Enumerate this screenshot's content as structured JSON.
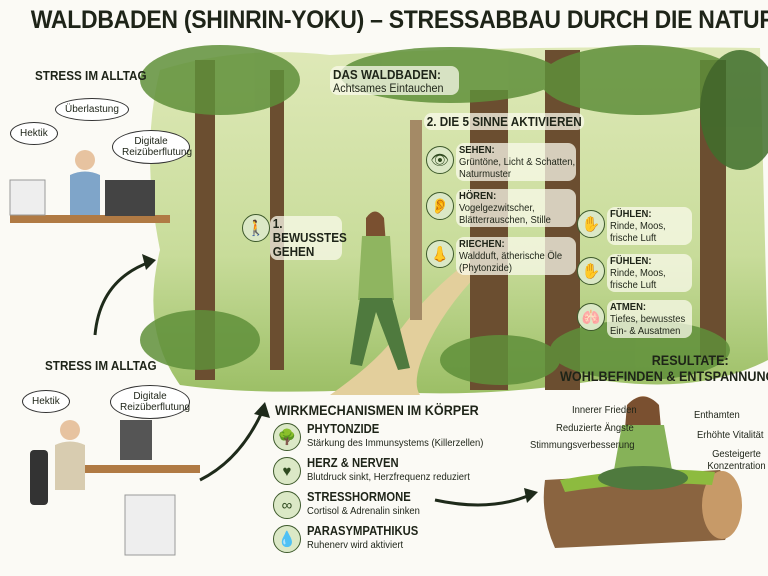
{
  "title": "WALDBADEN (SHINRIN-YOKU) – STRESSABBAU DURCH DIE NATUR",
  "stress_top": {
    "heading": "STRESS IM ALLTAG",
    "bubbles": [
      "Hektik",
      "Überlastung",
      "Digitale Reizüberflutung"
    ]
  },
  "stress_bottom": {
    "heading": "STRESS IM ALLTAG",
    "bubbles": [
      "Hektik",
      "Digitale Reizüberflutung"
    ]
  },
  "waldbaden": {
    "heading": "DAS WALDBADEN:",
    "subtitle": "Achtsames Eintauchen"
  },
  "step1": {
    "label": "1. BEWUSSTES GEHEN"
  },
  "senses": {
    "heading": "2. DIE 5 SINNE AKTIVIEREN",
    "items": [
      {
        "title": "SEHEN:",
        "text": "Grüntöne, Licht & Schatten, Naturmuster",
        "icon": "eye-icon"
      },
      {
        "title": "HÖREN:",
        "text": "Vogelgezwitscher, Blätterrauschen, Stille",
        "icon": "ear-icon"
      },
      {
        "title": "RIECHEN:",
        "text": "Waldduft, ätherische Öle (Phytonzide)",
        "icon": "nose-icon"
      },
      {
        "title": "FÜHLEN:",
        "text": "Rinde, Moos, frische Luft",
        "icon": "hand-icon"
      },
      {
        "title": "FÜHLEN:",
        "text": "Rinde, Moos, frische Luft",
        "icon": "hand-icon"
      },
      {
        "title": "ATMEN:",
        "text": "Tiefes, bewusstes Ein- & Ausatmen",
        "icon": "lungs-icon"
      }
    ]
  },
  "mechanisms": {
    "heading": "WIRKMECHANISMEN IM KÖRPER",
    "items": [
      {
        "title": "PHYTONZIDE",
        "text": "Stärkung des Immunsystems (Killerzellen)",
        "icon": "tree-icon"
      },
      {
        "title": "HERZ & NERVEN",
        "text": "Blutdruck sinkt, Herzfrequenz reduziert",
        "icon": "heart-icon"
      },
      {
        "title": "STRESSHORMONE",
        "text": "Cortisol & Adrenalin sinken",
        "icon": "glands-icon"
      },
      {
        "title": "PARASYMPATHIKUS",
        "text": "Ruhenerv wird aktiviert",
        "icon": "water-drop-icon"
      }
    ]
  },
  "results": {
    "heading1": "RESULTATE:",
    "heading2": "WOHLBEFINDEN & ENTSPANNUNG",
    "left": [
      "Innerer Frieden",
      "Reduzierte Ängste",
      "Stimmungsverbesserung"
    ],
    "right": [
      "Enthamten",
      "Erhöhte Vitalität",
      "Gesteigerte Konzentration"
    ]
  }
}
